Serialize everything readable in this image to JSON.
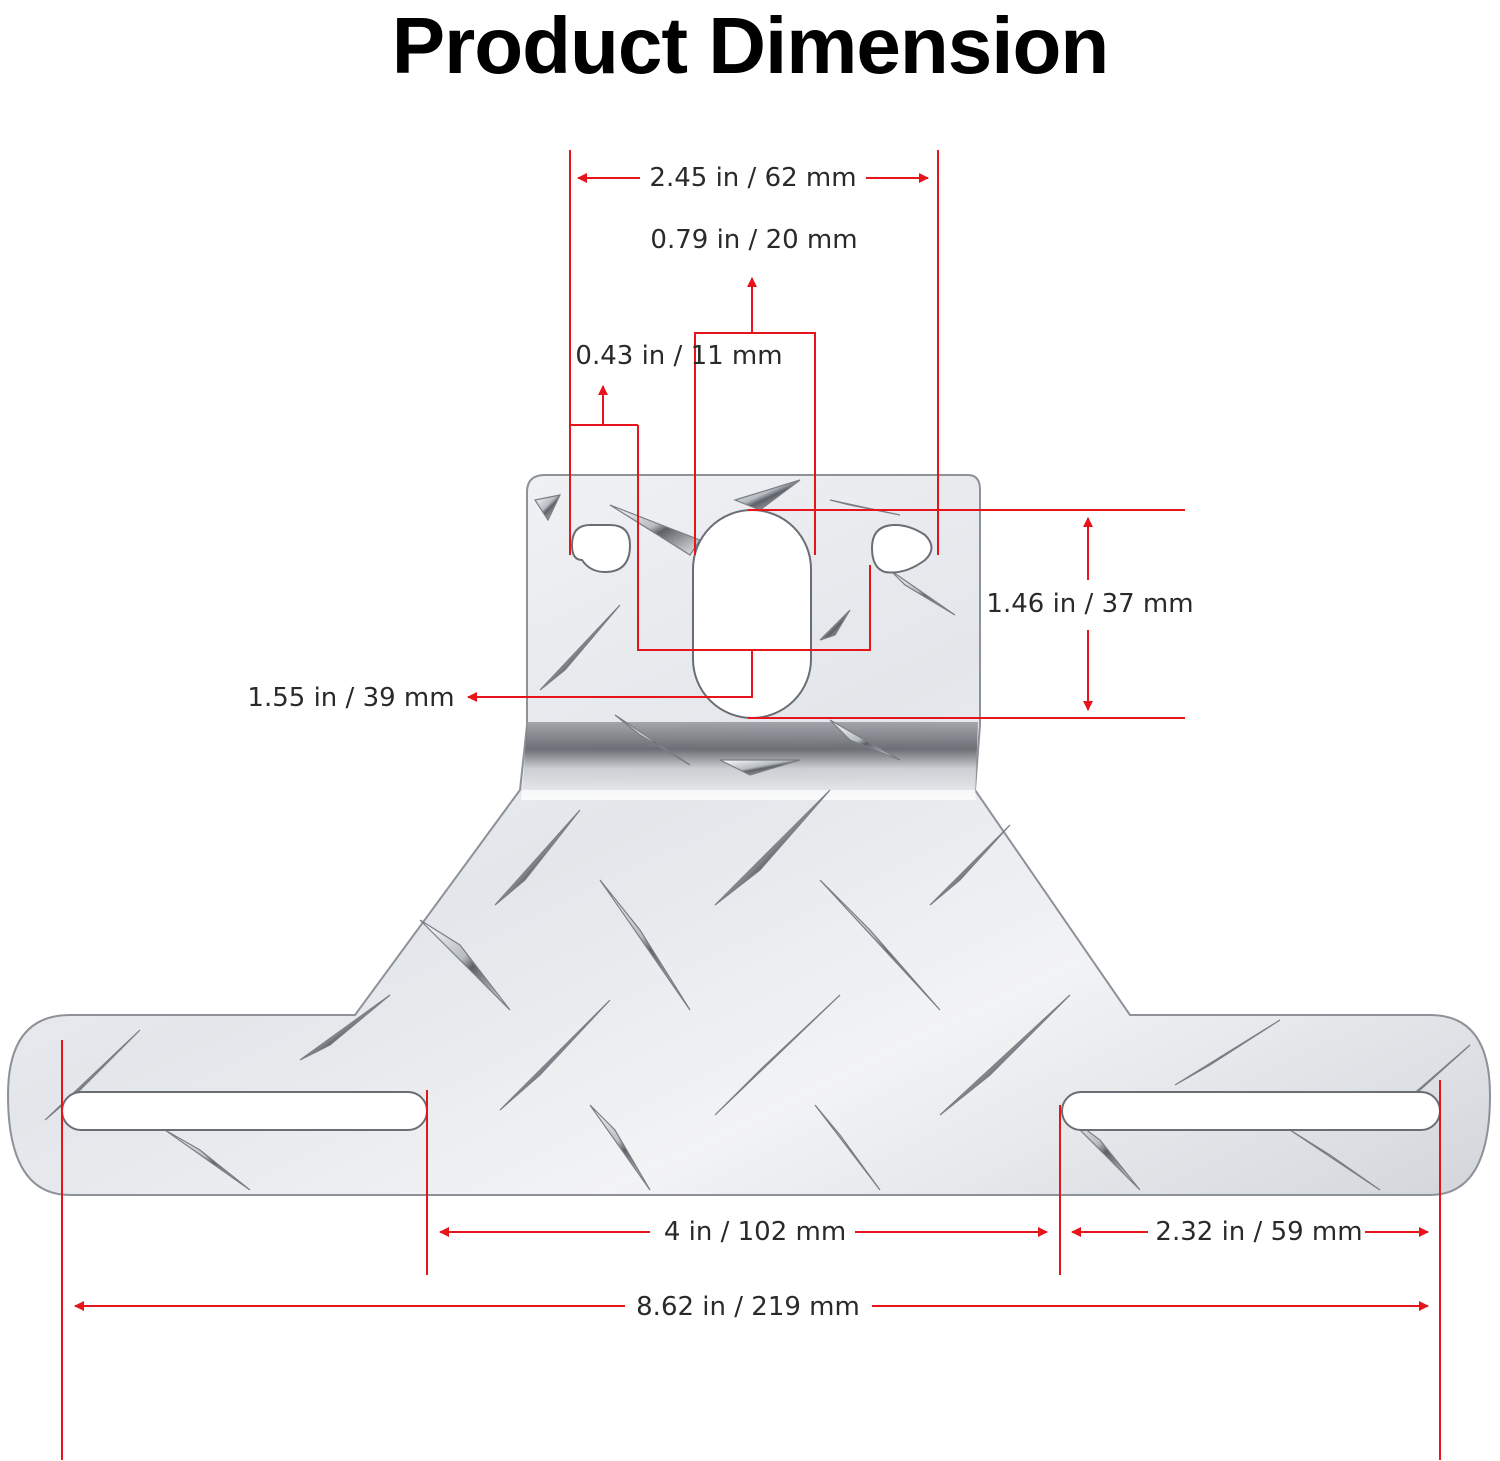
{
  "title": "Product Dimension",
  "colors": {
    "dimension_line": "#e8141c",
    "metal_light": "#f4f5f7",
    "metal_mid": "#cdd1d6",
    "metal_dark": "#6f7378",
    "text": "#2a2a2a"
  },
  "dimensions": {
    "top_width": "2.45 in / 62 mm",
    "slot_width": "0.79 in / 20 mm",
    "hole_width": "0.43 in / 11 mm",
    "slot_height": "1.46 in / 37 mm",
    "hole_spacing": "1.55 in / 39 mm",
    "inner_slot_spacing": "4 in / 102 mm",
    "side_slot_length": "2.32 in / 59 mm",
    "overall_length": "8.62 in / 219 mm"
  }
}
